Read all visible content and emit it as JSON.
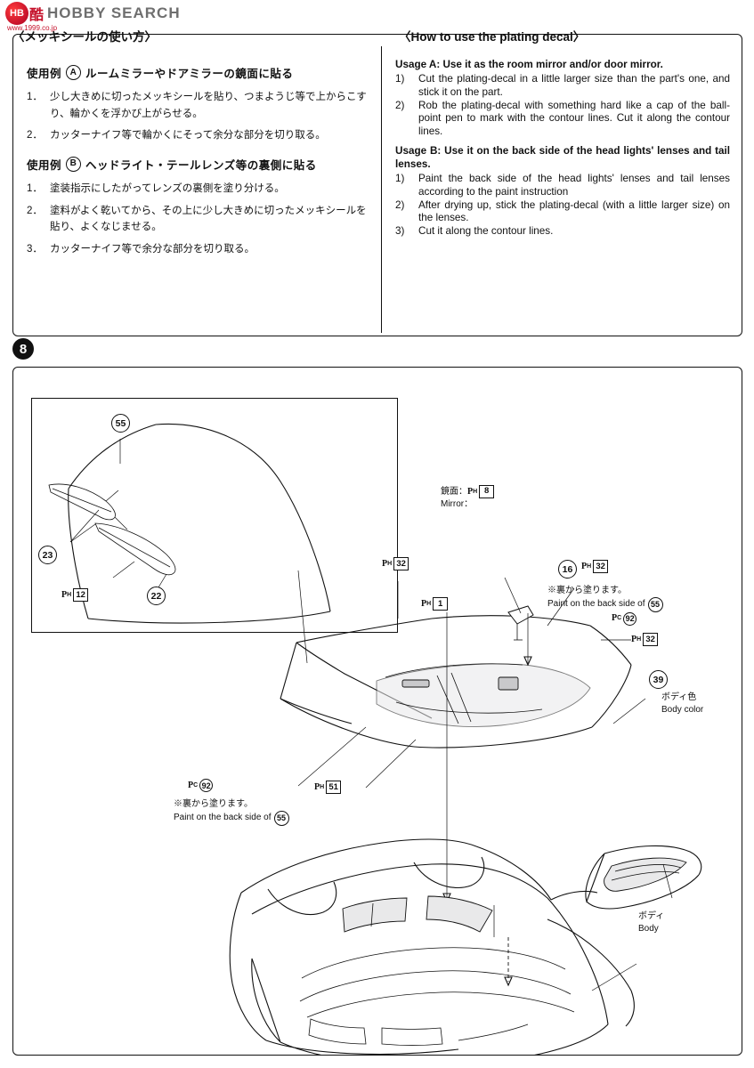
{
  "watermark": {
    "badge": "HB",
    "cn": "酷",
    "text": "HOBBY SEARCH",
    "url": "www.1999.co.jp"
  },
  "top_panel": {
    "header_jp": "〈メッキシールの使い方〉",
    "header_en": "〈How to use the plating decal〉",
    "jp": {
      "usage_a_label": "使用例",
      "usage_a_mark": "A",
      "usage_a_title": "ルームミラーやドアミラーの鏡面に貼る",
      "usage_a_steps": [
        {
          "n": "1．",
          "t": "少し大きめに切ったメッキシールを貼り、つまようじ等で上からこすり、輪かくを浮かび上がらせる。"
        },
        {
          "n": "2．",
          "t": "カッターナイフ等で輪かくにそって余分な部分を切り取る。"
        }
      ],
      "usage_b_label": "使用例",
      "usage_b_mark": "B",
      "usage_b_title": "ヘッドライト・テールレンズ等の裏側に貼る",
      "usage_b_steps": [
        {
          "n": "1．",
          "t": "塗装指示にしたがってレンズの裏側を塗り分ける。"
        },
        {
          "n": "2．",
          "t": "塗料がよく乾いてから、その上に少し大きめに切ったメッキシールを貼り、よくなじませる。"
        },
        {
          "n": "3．",
          "t": "カッターナイフ等で余分な部分を切り取る。"
        }
      ]
    },
    "en": {
      "usage_a_title": "Usage A:  Use it as the room mirror and/or door mirror.",
      "usage_a_steps": [
        {
          "n": "1)",
          "t": "Cut the plating-decal in a little larger size than the part's one, and stick it on the part."
        },
        {
          "n": "2)",
          "t": "Rob the plating-decal with something hard like a cap of the ball-point pen to mark with the contour lines. Cut it along the contour lines."
        }
      ],
      "usage_b_title": "Usage B:  Use it on the back side of the head lights' lenses and tail lenses.",
      "usage_b_steps": [
        {
          "n": "1)",
          "t": "Paint the back side of the head lights' lenses and tail lenses according to the paint instruction"
        },
        {
          "n": "2)",
          "t": "After drying up, stick the plating-decal (with a little larger size) on the lenses."
        },
        {
          "n": "3)",
          "t": "Cut it along the contour lines."
        }
      ]
    }
  },
  "step_number": "8",
  "diagram": {
    "callouts": {
      "c55_sub": "55",
      "c23": "23",
      "c22": "22",
      "c16": "16",
      "c39": "39",
      "c55_paint": "55",
      "c55_paint2": "55"
    },
    "parts": {
      "ph12": {
        "p": "P",
        "sub": "H",
        "num": "12"
      },
      "ph32_left": {
        "p": "P",
        "sub": "H",
        "num": "32"
      },
      "ph1": {
        "p": "P",
        "sub": "H",
        "num": "1"
      },
      "ph8": {
        "p": "P",
        "sub": "H",
        "num": "8"
      },
      "ph32_top": {
        "p": "P",
        "sub": "H",
        "num": "32"
      },
      "ph32_right": {
        "p": "P",
        "sub": "H",
        "num": "32"
      },
      "pc92_right": {
        "p": "P",
        "sub": "C",
        "num": "92"
      },
      "pc92_left": {
        "p": "P",
        "sub": "C",
        "num": "92"
      },
      "ph51": {
        "p": "P",
        "sub": "H",
        "num": "51"
      }
    },
    "labels": {
      "mirror_jp": "鏡面：",
      "mirror_en": "Mirror：",
      "paint_back_jp_right": "※裏から塗ります。",
      "paint_back_en_right": "Paint on the back side of",
      "paint_back_jp_left": "※裏から塗ります。",
      "paint_back_en_left": "Paint on the back side of",
      "body_color_jp": "ボディ色",
      "body_color_en": "Body color",
      "body_jp": "ボディ",
      "body_en": "Body"
    }
  }
}
